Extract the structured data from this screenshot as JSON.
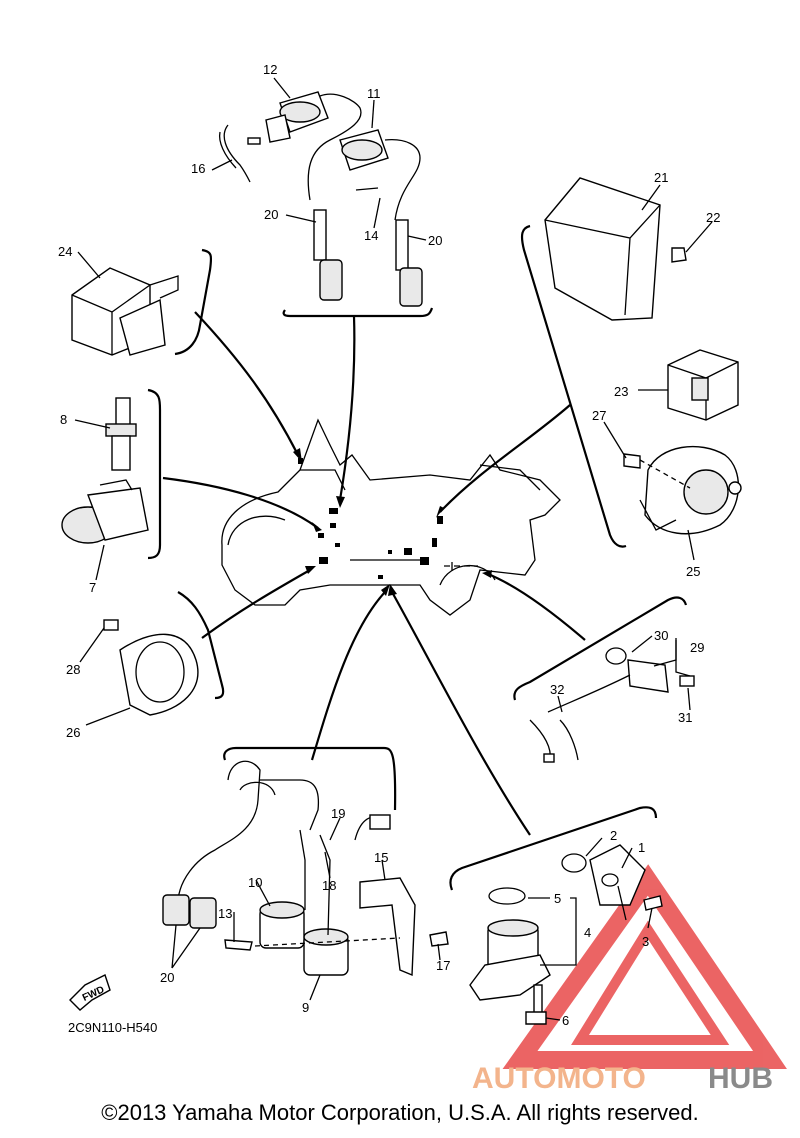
{
  "diagram": {
    "labels": {
      "p1": "1",
      "p2": "2",
      "p3": "3",
      "p4": "4",
      "p5": "5",
      "p6": "6",
      "p7": "7",
      "p8": "8",
      "p9": "9",
      "p10": "10",
      "p11": "11",
      "p12": "12",
      "p13": "13",
      "p14": "14",
      "p15": "15",
      "p16": "16",
      "p17": "17",
      "p18": "18",
      "p19": "19",
      "p20a": "20",
      "p20b": "20",
      "p20c": "20",
      "p21": "21",
      "p22": "22",
      "p23": "23",
      "p24": "24",
      "p25": "25",
      "p26": "26",
      "p27": "27",
      "p28": "28",
      "p29": "29",
      "p30": "30",
      "p31": "31",
      "p32": "32"
    },
    "fwd_label": "FWD",
    "drawing_code": "2C9N110-H540"
  },
  "watermark": {
    "part1": "AUTOMOTO",
    "part2": "HUB",
    "color1": "#f3b48c",
    "color2": "#8a8a8a",
    "logo_color": "#e84a4a"
  },
  "footer": {
    "copyright": "©2013 Yamaha Motor Corporation, U.S.A. All rights reserved."
  }
}
